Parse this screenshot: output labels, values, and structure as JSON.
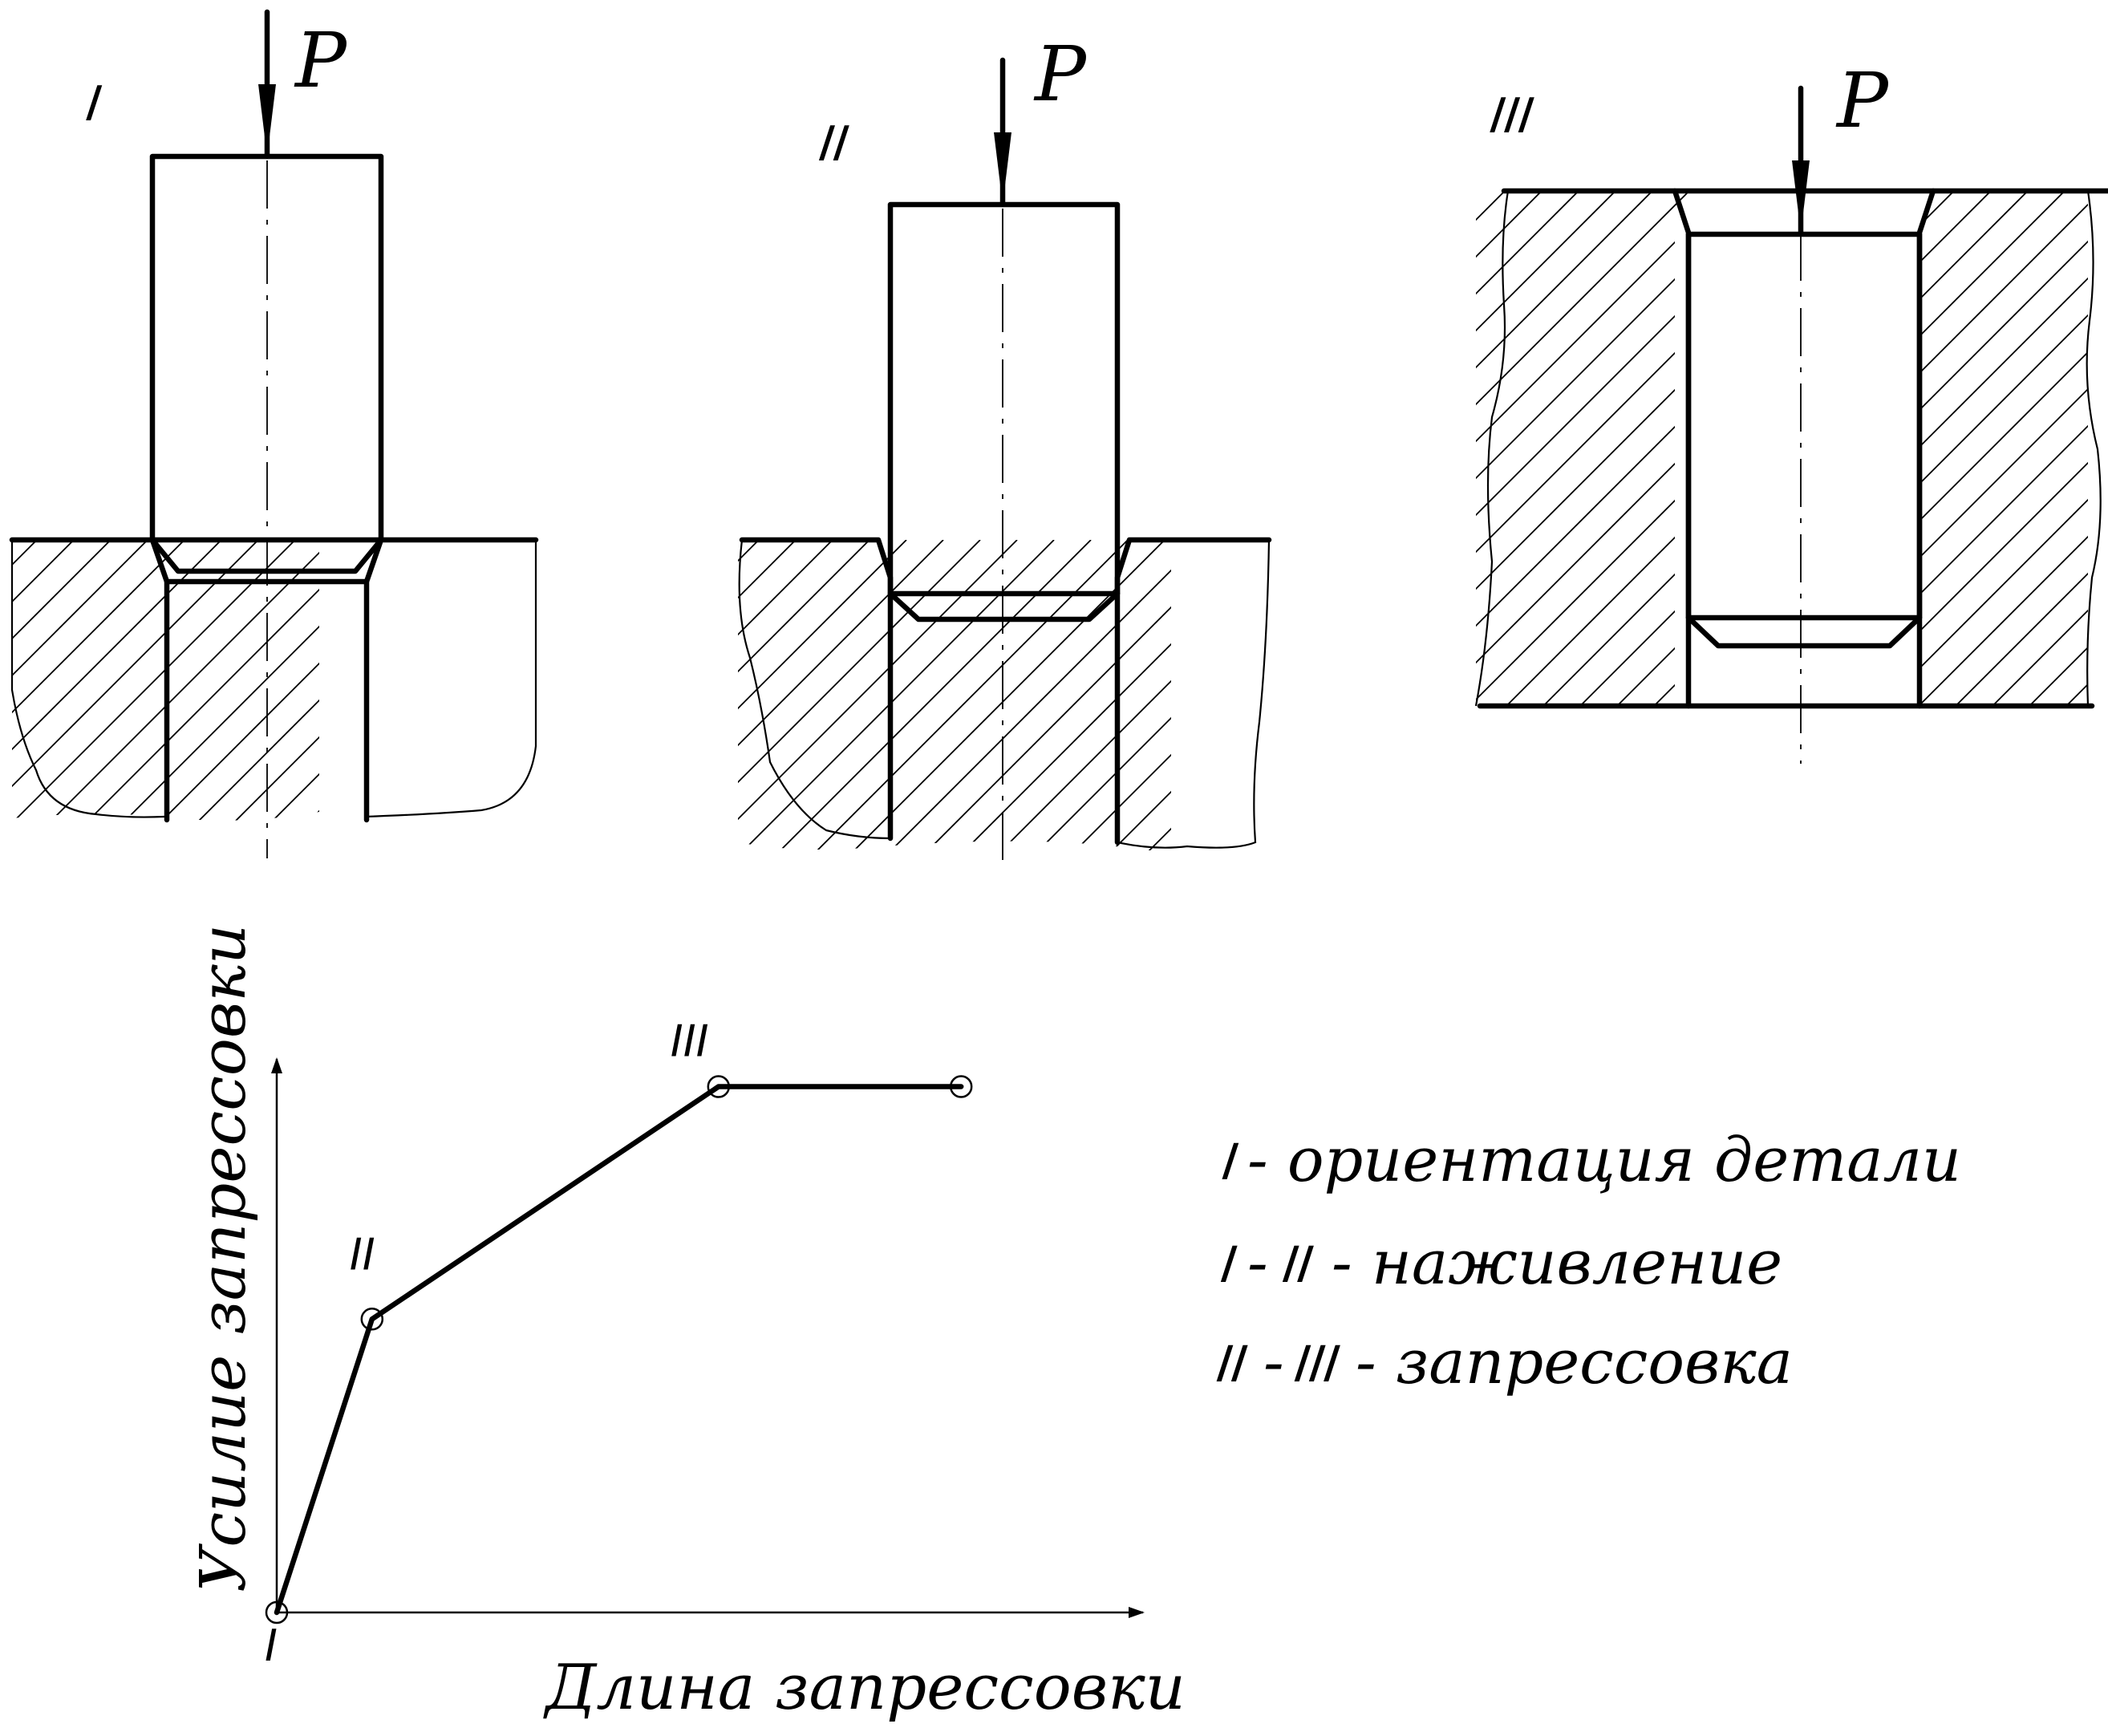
{
  "figure": {
    "force_symbol": "P",
    "stages": [
      {
        "numeral": "I"
      },
      {
        "numeral": "II"
      },
      {
        "numeral": "III"
      }
    ]
  },
  "chart_data": {
    "type": "line",
    "ylabel": "Усилие запрессовки",
    "xlabel": "Длина запрессовки",
    "series": [
      {
        "points": [
          {
            "label": "I",
            "x": 0,
            "y": 0
          },
          {
            "label": "II",
            "x": 0.11,
            "y": 0.53
          },
          {
            "label": "III",
            "x": 0.51,
            "y": 0.95
          },
          {
            "label": "",
            "x": 0.79,
            "y": 0.95
          }
        ]
      }
    ]
  },
  "legend": [
    {
      "prefix": "I",
      "text": "- ориентация детали"
    },
    {
      "prefix": "I",
      "middle": "II",
      "text": "- наживление"
    },
    {
      "prefix": "II",
      "middle": "III",
      "text": "- запрессовка"
    }
  ],
  "colors": {
    "ink": "#000000",
    "background": "#ffffff"
  }
}
